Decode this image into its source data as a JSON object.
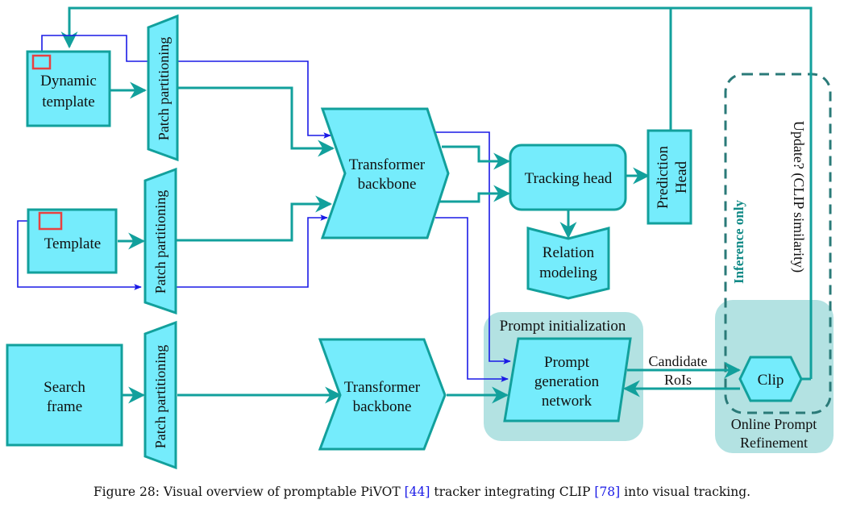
{
  "diagram": {
    "nodes": {
      "dynamic_template": [
        "Dynamic",
        "template"
      ],
      "template": "Template",
      "search_frame": [
        "Search",
        "frame"
      ],
      "patch_partitioning": "Patch partitioning",
      "transformer_backbone": [
        "Transformer",
        "backbone"
      ],
      "tracking_head": "Tracking head",
      "relation_modeling": [
        "Relation",
        "modeling"
      ],
      "prediction_head": [
        "Prediction",
        "Head"
      ],
      "prompt_generation_network": [
        "Prompt",
        "generation",
        "network"
      ],
      "clip": "Clip"
    },
    "groups": {
      "prompt_initialization": "Prompt initialization",
      "online_prompt_refinement": [
        "Online Prompt",
        "Refinement"
      ],
      "inference_only": "Inference only"
    },
    "edge_labels": {
      "candidate": "Candidate",
      "rois": "RoIs",
      "update": "Update? (CLIP similarity)"
    },
    "colors": {
      "node_fill": "#75ecfc",
      "node_stroke": "#12a09c",
      "teal_arrow": "#12a09c",
      "blue_arrow": "#1a1ae6",
      "group_fill": "#b3e2e2",
      "dashed_border": "#2a7a78",
      "patch_marker": "#e84040"
    }
  },
  "caption": {
    "prefix": "Figure 28: Visual overview of promptable PiVOT ",
    "ref1": "[44]",
    "middle": " tracker integrating CLIP ",
    "ref2": "[78]",
    "suffix": " into visual tracking."
  }
}
